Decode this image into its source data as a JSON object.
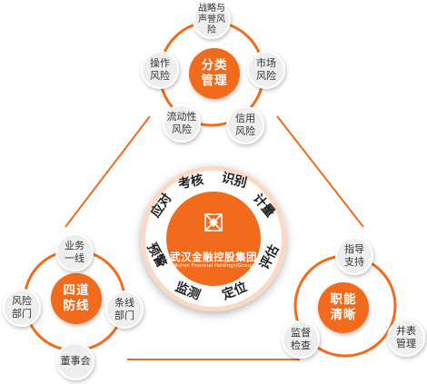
{
  "diagram": {
    "center": {
      "name_cn": "武汉金融控股集团",
      "name_en": "Wuhan Financial Holdings(Group)",
      "ring_labels": [
        "考核",
        "识别",
        "计量",
        "评估",
        "定位",
        "监测",
        "预警",
        "应对"
      ]
    },
    "top_cluster": {
      "hub": "分类\n管理",
      "satellites": [
        "战略与\n声誉风\n险",
        "市场\n风险",
        "信用\n风险",
        "流动性\n风险",
        "操作\n风险"
      ]
    },
    "left_cluster": {
      "hub": "四道\n防线",
      "satellites": [
        "业务\n一线",
        "条线\n部门",
        "董事会",
        "风险\n部门"
      ]
    },
    "right_cluster": {
      "hub": "职能\n清晰",
      "satellites": [
        "指导\n支持",
        "并表\n管理",
        "监督\n检查"
      ]
    },
    "colors": {
      "orange": "#f26a1b",
      "orange_light": "#fbd9c2",
      "satellite_fill": "#eeeeee",
      "center_ring": "#ffffff"
    }
  }
}
